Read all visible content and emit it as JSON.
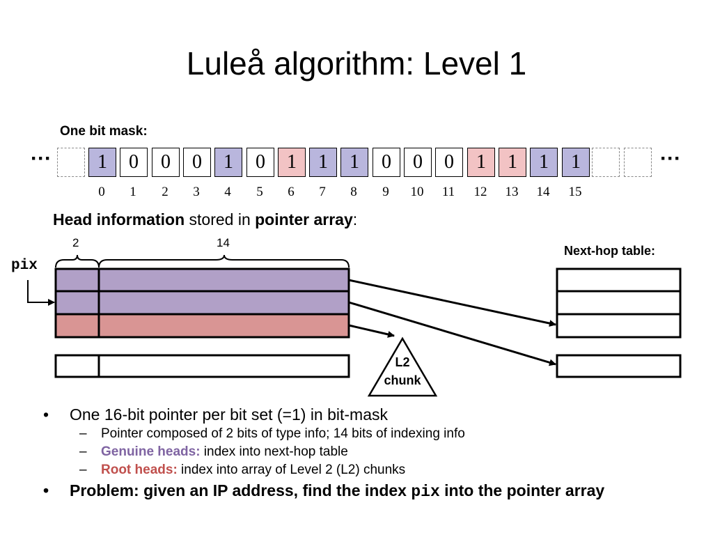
{
  "title": "Luleå algorithm: Level 1",
  "mask_label": "One bit mask:",
  "ellipsis": "···",
  "bits": [
    {
      "v": "1",
      "c": "purple"
    },
    {
      "v": "0",
      "c": "white"
    },
    {
      "v": "0",
      "c": "white"
    },
    {
      "v": "0",
      "c": "white"
    },
    {
      "v": "1",
      "c": "purple"
    },
    {
      "v": "0",
      "c": "white"
    },
    {
      "v": "1",
      "c": "pink"
    },
    {
      "v": "1",
      "c": "purple"
    },
    {
      "v": "1",
      "c": "purple"
    },
    {
      "v": "0",
      "c": "white"
    },
    {
      "v": "0",
      "c": "white"
    },
    {
      "v": "0",
      "c": "white"
    },
    {
      "v": "1",
      "c": "pink"
    },
    {
      "v": "1",
      "c": "pink"
    },
    {
      "v": "1",
      "c": "purple"
    },
    {
      "v": "1",
      "c": "purple"
    }
  ],
  "indices": [
    "0",
    "1",
    "2",
    "3",
    "4",
    "5",
    "6",
    "7",
    "8",
    "9",
    "10",
    "11",
    "12",
    "13",
    "14",
    "15"
  ],
  "head_info": {
    "bold1": "Head information",
    "mid": " stored in ",
    "bold2": "pointer array",
    "end": ":"
  },
  "pix_label": "pix",
  "width_labels": {
    "type_bits": "2",
    "index_bits": "14"
  },
  "next_hop_label": "Next-hop table:",
  "l2_chunk": {
    "line1": "L2",
    "line2": "chunk"
  },
  "colors": {
    "purple": "#b9b6dd",
    "pink": "#f2c3c4",
    "array_purple": "#b1a0c7",
    "array_pink": "#d99594",
    "genuine": "#7f64a2",
    "root": "#c0504d"
  },
  "bullets": {
    "b1": "One 16-bit pointer per bit set (=1) in bit-mask",
    "s1": "Pointer composed of 2 bits of type info; 14 bits of indexing info",
    "s2_label": "Genuine heads:",
    "s2_text": " index into next-hop table",
    "s3_label": "Root heads:",
    "s3_text": " index into array of Level 2 (L2) chunks",
    "b2_pre": "Problem: given an IP address, find the index ",
    "b2_code": "pix",
    "b2_post": " into the pointer array"
  }
}
